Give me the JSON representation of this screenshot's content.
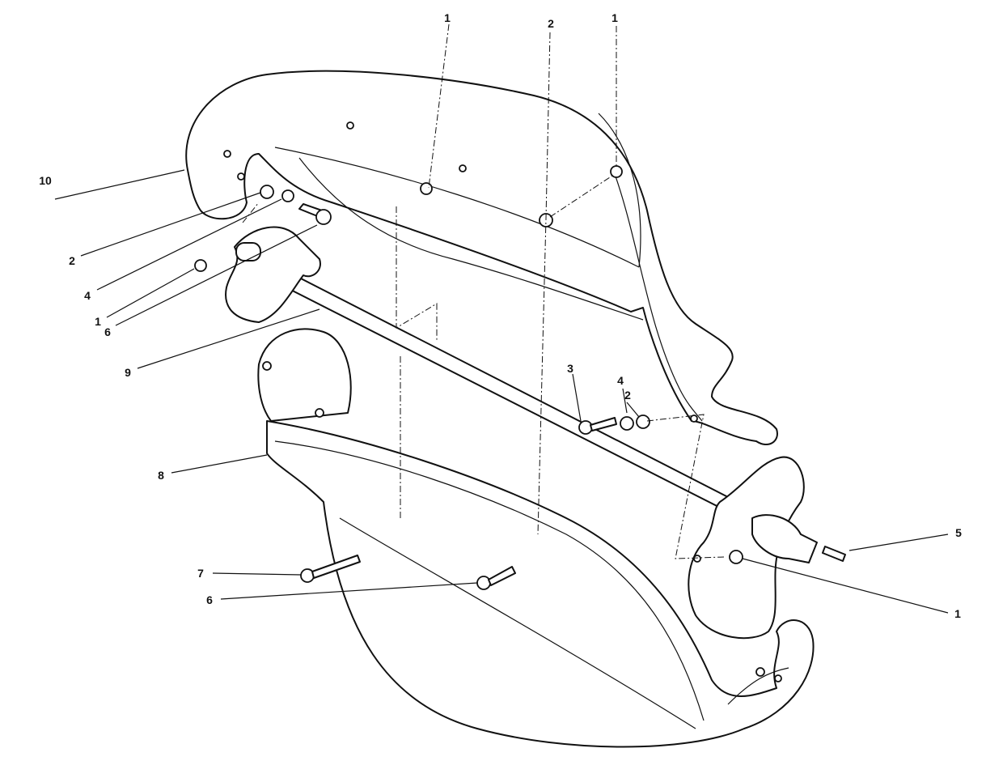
{
  "diagram": {
    "type": "exploded-parts-drawing",
    "callouts": [
      "1",
      "2",
      "1",
      "10",
      "2",
      "4",
      "1",
      "6",
      "9",
      "3",
      "4",
      "2",
      "8",
      "5",
      "7",
      "6",
      "1"
    ]
  }
}
